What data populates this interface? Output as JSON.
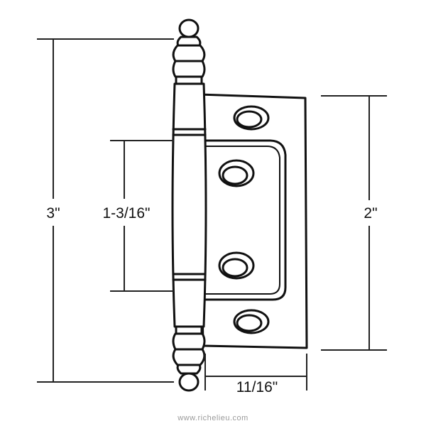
{
  "dimensions": {
    "overall_height": "3\"",
    "hole_spacing": "1-3/16\"",
    "leaf_height": "2\"",
    "leaf_width": "11/16\""
  },
  "watermark": "www.richelieu.com",
  "colors": {
    "line": "#111111",
    "dim_line": "#222222",
    "watermark": "#9a9a9a"
  }
}
